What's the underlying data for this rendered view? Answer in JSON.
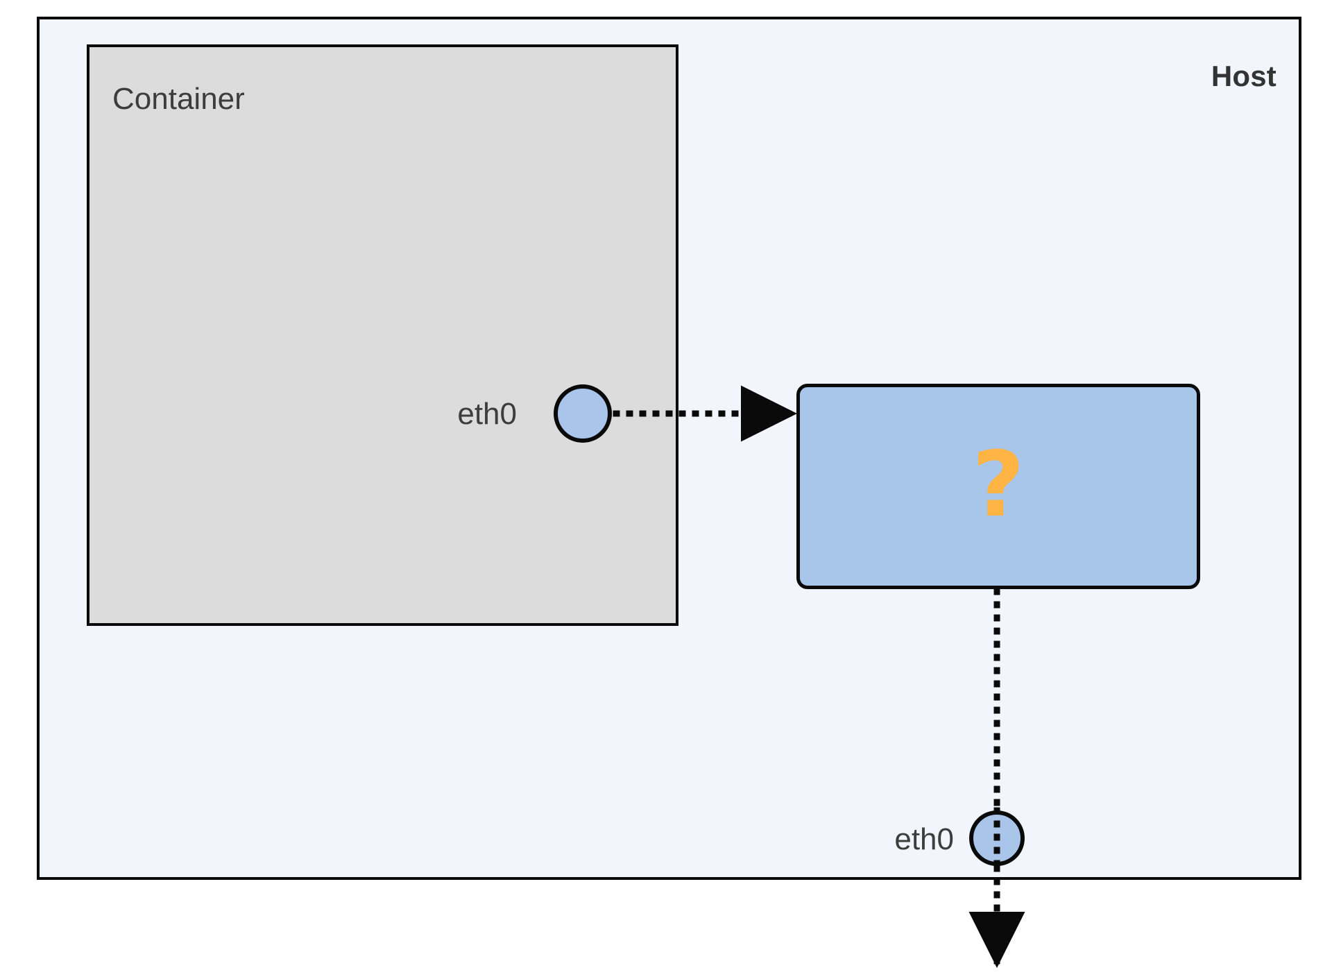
{
  "diagram": {
    "title_visible": false,
    "host": {
      "label": "Host",
      "fill": "#f2f6fc",
      "stroke": "#0a0a0a"
    },
    "container": {
      "label": "Container",
      "fill": "#dcdcdc",
      "stroke": "#0a0a0a"
    },
    "interfaces": [
      {
        "id": "container-eth0",
        "label": "eth0",
        "fill": "#a9c6ea",
        "stroke": "#0a0a0a"
      },
      {
        "id": "host-eth0",
        "label": "eth0",
        "fill": "#a9c6ea",
        "stroke": "#0a0a0a"
      }
    ],
    "unknown_node": {
      "label": "?",
      "fill": "#a8c5ea",
      "stroke": "#0a0a0a",
      "mark_color": "#ffb444"
    },
    "connectors": [
      {
        "id": "container-eth0-to-unknown",
        "from": "container-eth0",
        "to": "unknown_node",
        "style": "dotted",
        "arrow": "right"
      },
      {
        "id": "unknown-to-host-eth0",
        "from": "unknown_node",
        "to": "host-eth0",
        "style": "dotted",
        "arrow": "down"
      }
    ]
  }
}
